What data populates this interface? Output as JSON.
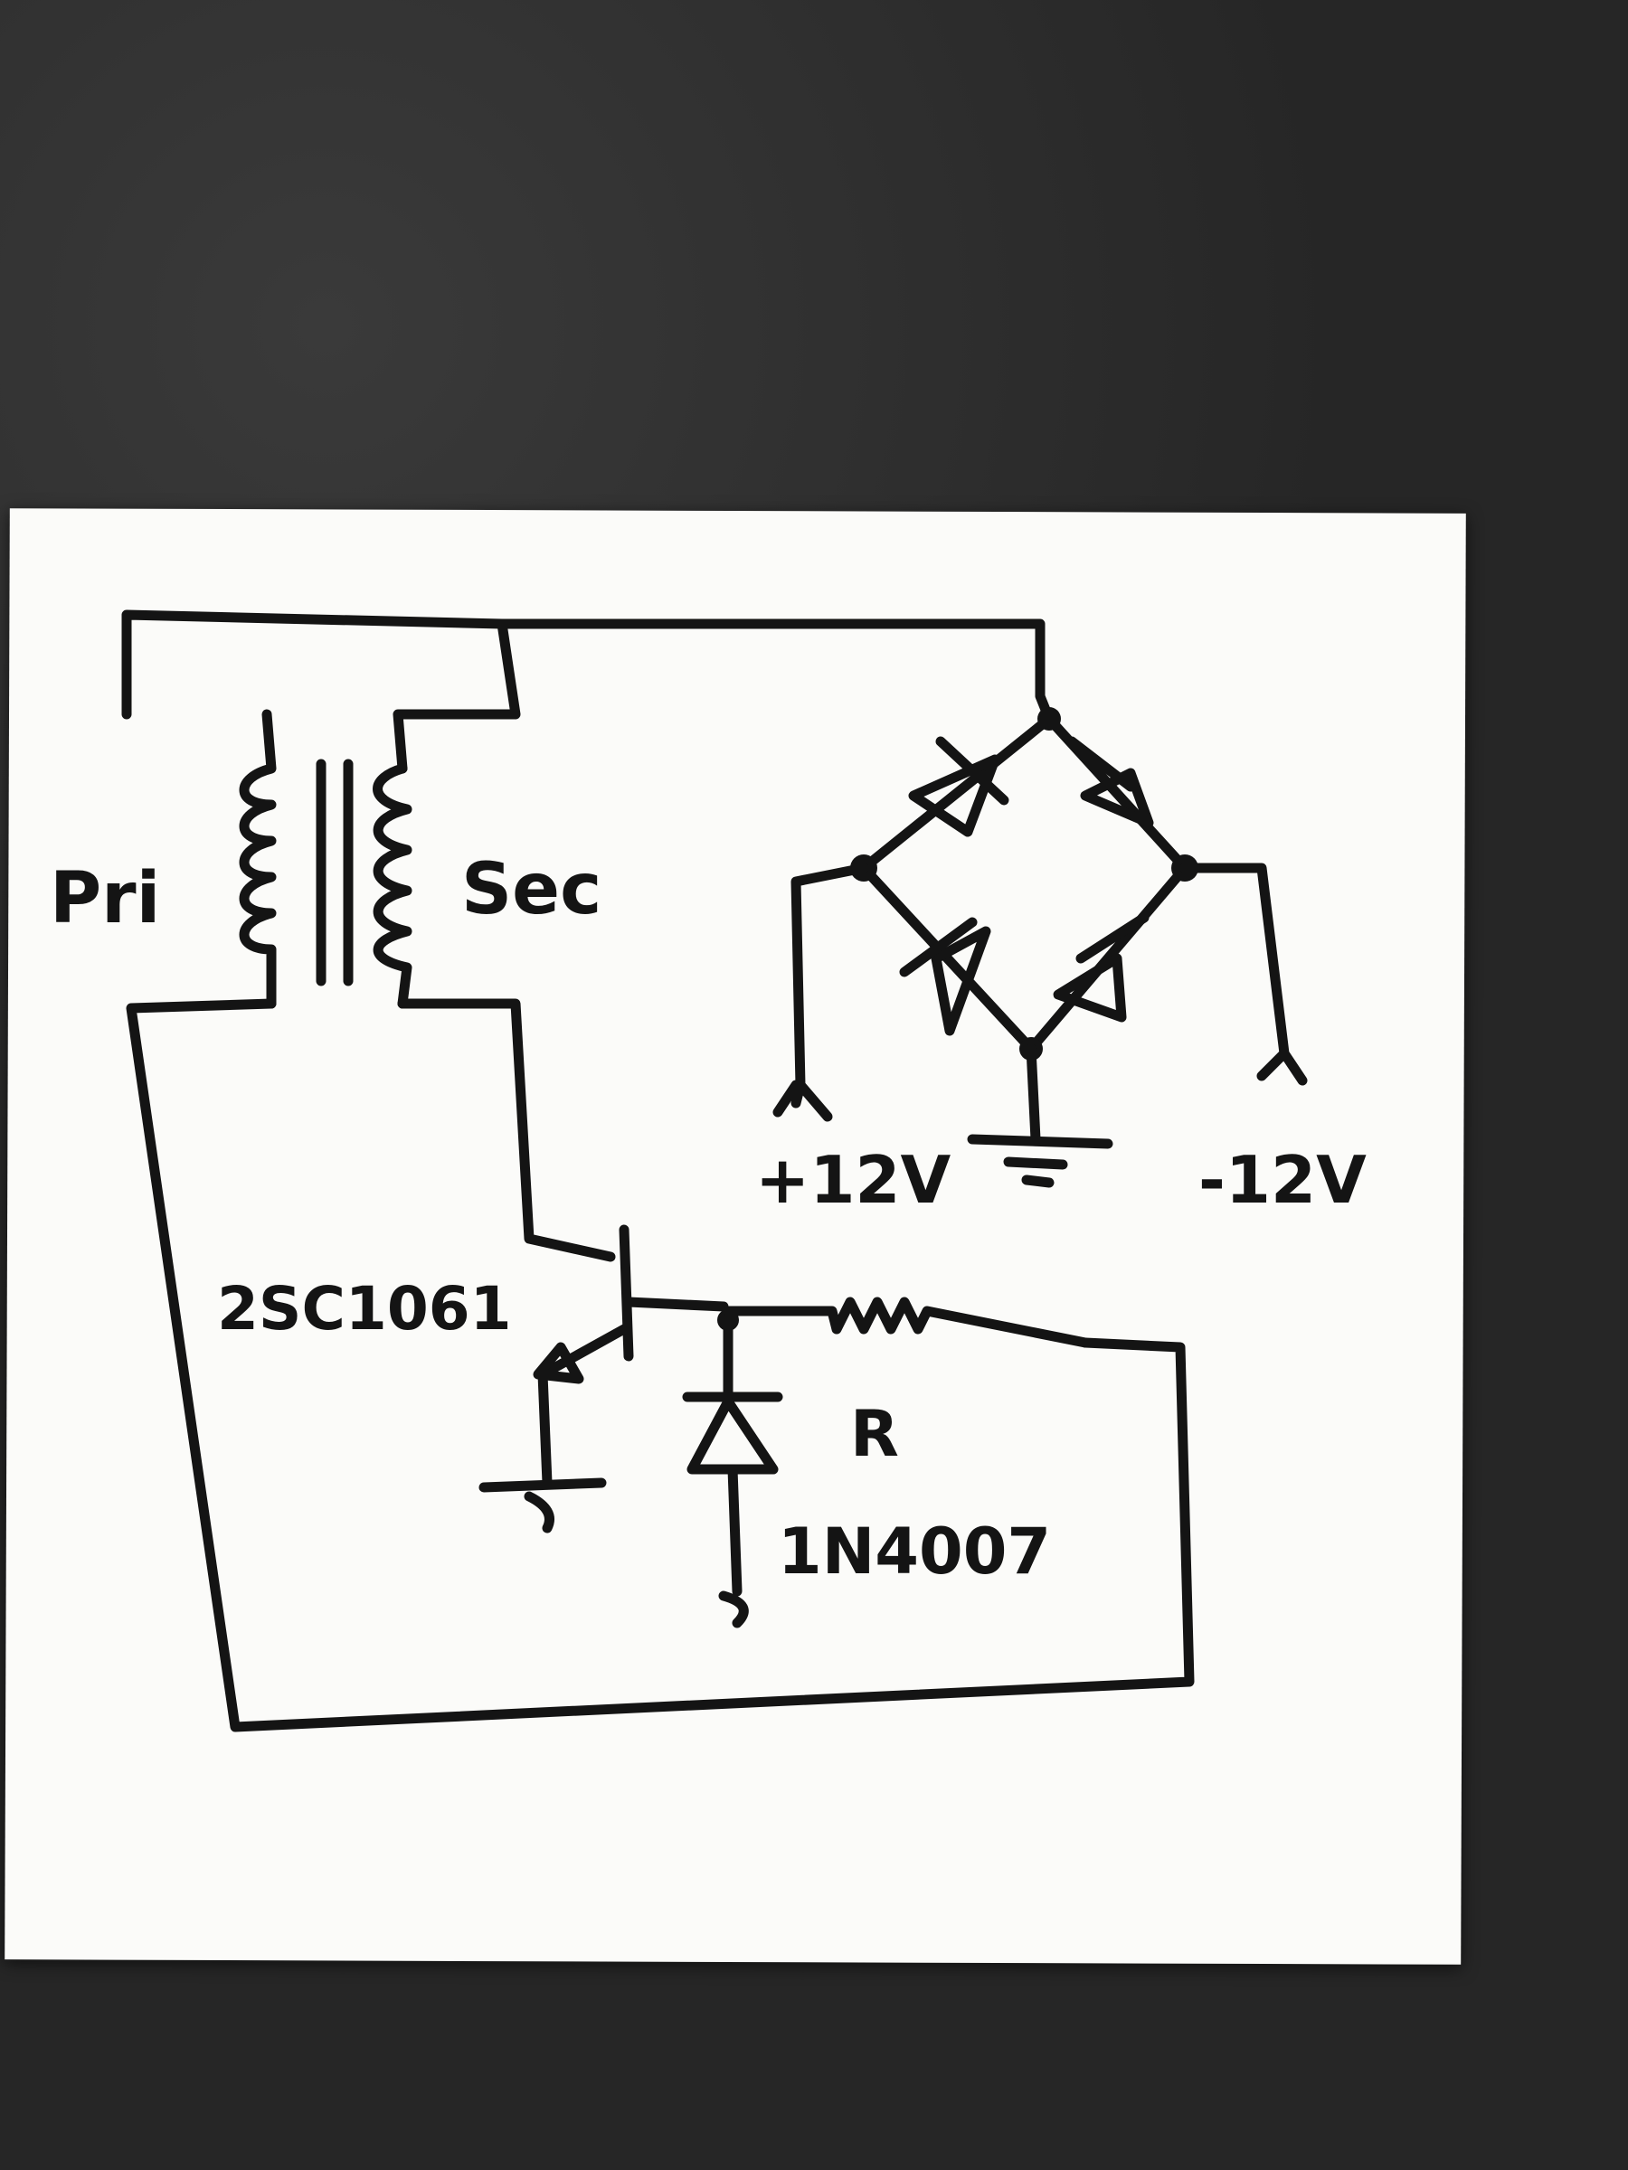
{
  "labels": {
    "primary": "Pri",
    "secondary": "Sec",
    "positive_output": "+12V",
    "negative_output": "-12V",
    "transistor": "2SC1061",
    "resistor": "R",
    "diode": "1N4007"
  }
}
